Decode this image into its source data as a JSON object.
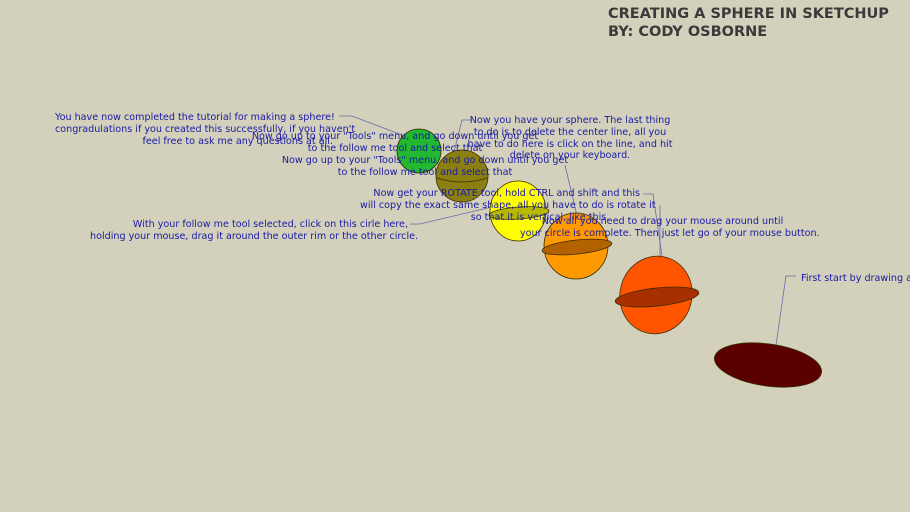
{
  "header": {
    "title_line1": "CREATING A SPHERE IN SKETCHUP",
    "title_line2": "BY: CODY OSBORNE"
  },
  "notes": {
    "completed": [
      "You have now completed the tutorial for making a sphere!",
      "congradulations if you created this successfully, if you haven't",
      "feel free to ask me any questions at all."
    ],
    "tools_menu_a": [
      "Now go up to your \"Tools\" menu, and go down until you get",
      "to the follow me tool and select that"
    ],
    "tools_menu_b": [
      "Now go up to your \"Tools\" menu, and go down until you get",
      "to the follow me tool and select that"
    ],
    "last_thing": [
      "Now you have your sphere. The last thing",
      "to do is to delete the center line, all you",
      "have to do here is click on the line, and hit",
      "delete on your keyboard."
    ],
    "rotate": [
      "Now get your ROTATE tool, hold CTRL and shift and this",
      "will copy the exact same shape, all you have to do is rotate it",
      "so that it is vertical, like this."
    ],
    "follow_me": [
      "With your follow me tool selected, click on this cirle here,",
      "holding your mouse, drag it around the outer rim or the other circle."
    ],
    "drag": [
      "Now all you need to drag your mouse around until",
      "your circle is complete. Then just let go of your mouse button."
    ],
    "first": [
      "First start by drawing a circle"
    ]
  },
  "colors": {
    "background": "#d3d1bb",
    "text": "#1a1aa6",
    "green": "#22b830",
    "olive": "#8a7f10",
    "yellow": "#ffff00",
    "orange": "#ff9900",
    "red_orange": "#ff5500",
    "dark_red": "#5a0000"
  }
}
